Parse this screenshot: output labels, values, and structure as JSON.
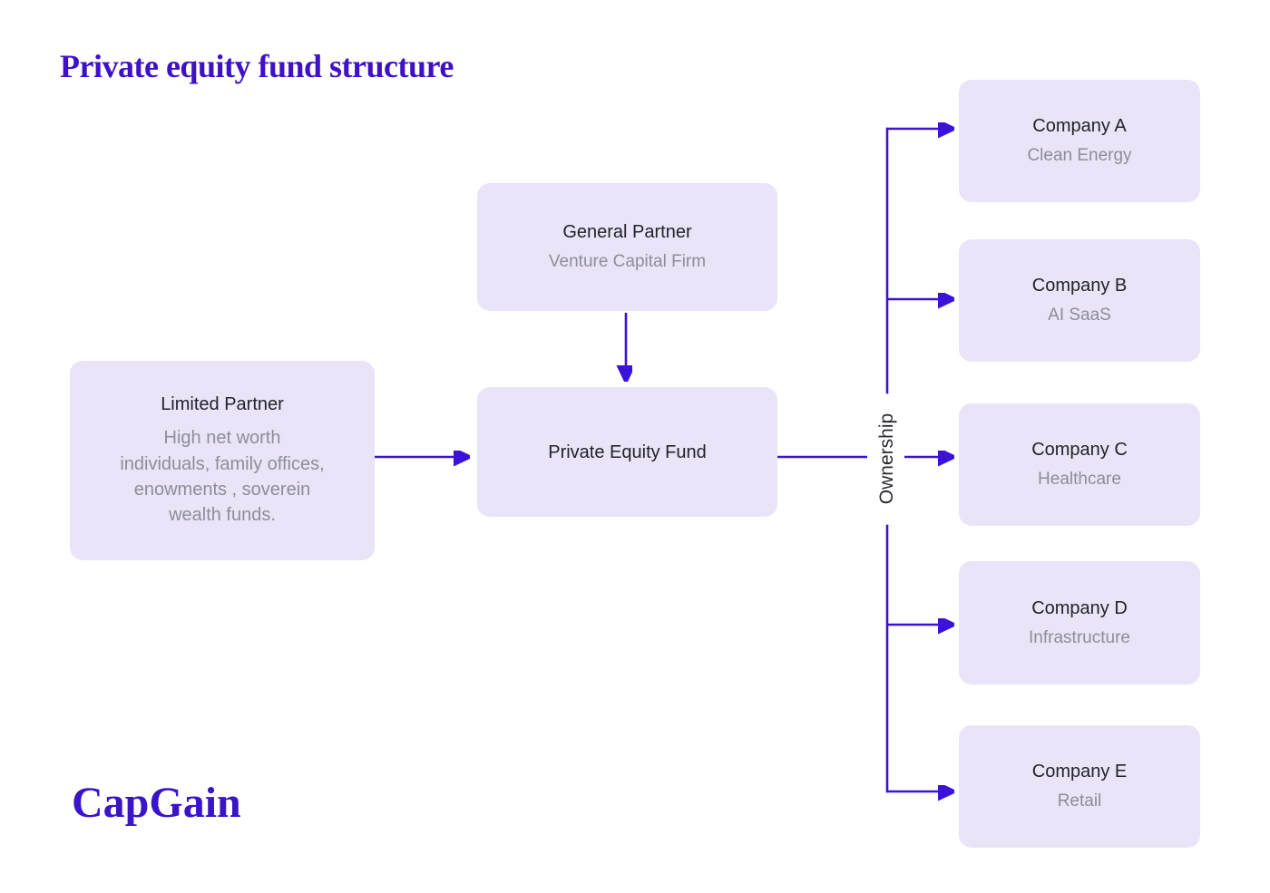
{
  "page": {
    "title": "Private equity fund structure",
    "accent_color": "#3b12d8",
    "node_fill_color": "#e9e4f8",
    "heading_text_color": "#232329",
    "subtitle_text_color": "#8f8d99"
  },
  "logo": {
    "prefix": "Cap",
    "g_letter": "G",
    "suffix": "ain",
    "sparkle_glyph": "✦"
  },
  "diagram": {
    "general_partner": {
      "title": "General Partner",
      "subtitle": "Venture Capital Firm"
    },
    "limited_partner": {
      "title": "Limited Partner",
      "description": "High net worth individuals, family offices, enowments , soverein wealth funds."
    },
    "fund": {
      "title": "Private Equity Fund"
    },
    "ownership_label": "Ownership",
    "companies": [
      {
        "name": "Company A",
        "sector": "Clean Energy"
      },
      {
        "name": "Company B",
        "sector": "AI SaaS"
      },
      {
        "name": "Company C",
        "sector": "Healthcare"
      },
      {
        "name": "Company D",
        "sector": "Infrastructure"
      },
      {
        "name": "Company E",
        "sector": "Retail"
      }
    ]
  }
}
